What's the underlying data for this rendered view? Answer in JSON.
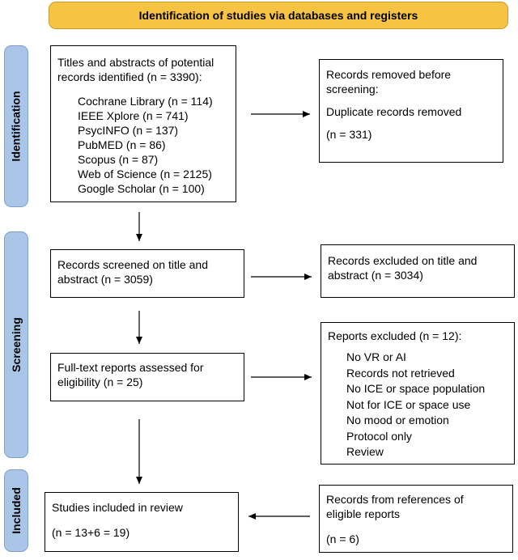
{
  "header": {
    "title": "Identification of studies via databases and registers"
  },
  "phases": {
    "identification": "Identification",
    "screening": "Screening",
    "included": "Included"
  },
  "boxes": {
    "identified": {
      "intro_a": "Titles and abstracts of potential",
      "intro_b": "records identified (n = 3390):",
      "sources": [
        "Cochrane Library (n = 114)",
        "IEEE Xplore (n = 741)",
        "PsycINFO (n = 137)",
        "PubMED (n = 86)",
        "Scopus (n = 87)",
        "Web of Science (n = 2125)",
        "Google Scholar (n = 100)"
      ]
    },
    "removed": {
      "title_a": "Records removed before",
      "title_b": "screening:",
      "line": "Duplicate records removed",
      "count": "(n = 331)"
    },
    "screened": {
      "line_a": "Records screened on title and",
      "line_b": "abstract (n = 3059)"
    },
    "excluded_title": {
      "line_a": "Records excluded on title and",
      "line_b": "abstract (n = 3034)"
    },
    "fulltext": {
      "line_a": "Full-text reports assessed for",
      "line_b": "eligibility (n = 25)"
    },
    "reports_excluded": {
      "title": "Reports excluded (n = 12):",
      "reasons": [
        "No VR or AI",
        "Records not retrieved",
        "No ICE or space population",
        "Not for ICE or space use",
        "No mood or emotion",
        "Protocol only",
        "Review"
      ]
    },
    "included": {
      "line_a": "Studies included in review",
      "count": "(n = 13+6 = 19)"
    },
    "references": {
      "line_a": "Records from references of",
      "line_b": "eligible reports",
      "count": "(n = 6)"
    }
  }
}
